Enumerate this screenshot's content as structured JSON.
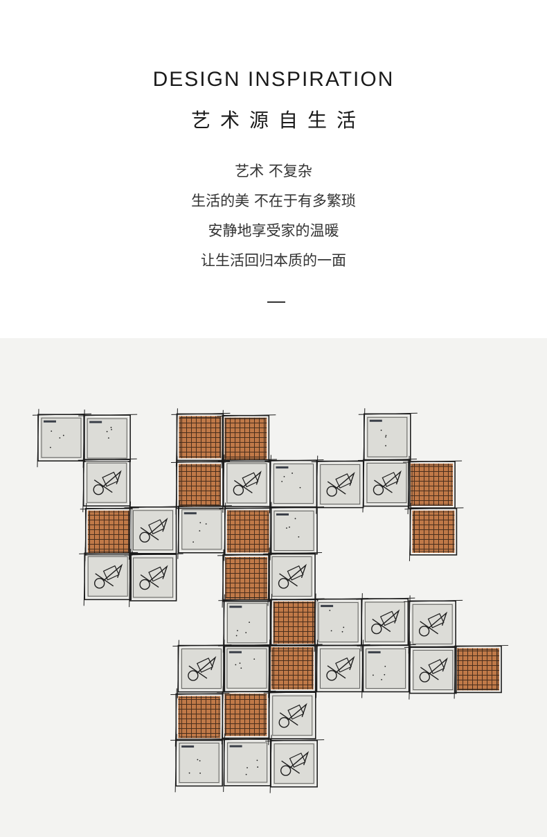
{
  "header": {
    "title_en": "DESIGN INSPIRATION",
    "title_cn": "艺术源自生活"
  },
  "poem": {
    "lines": [
      "艺术 不复杂",
      "生活的美 不在于有多繁琐",
      "安静地享受家的温暖",
      "让生活回归本质的一面"
    ]
  },
  "sketch": {
    "colors": {
      "paper": "#f3f3f1",
      "ink": "#1d1d1d",
      "marker_grey": "#d9d9d4",
      "rust": "#b8642a"
    },
    "cells": [
      {
        "c": 0,
        "r": 0,
        "f": "grey"
      },
      {
        "c": 1,
        "r": 0,
        "f": "grey"
      },
      {
        "c": 1,
        "r": 1,
        "f": "figure"
      },
      {
        "c": 1,
        "r": 2,
        "f": "rust"
      },
      {
        "c": 2,
        "r": 2,
        "f": "figure"
      },
      {
        "c": 3,
        "r": 2,
        "f": "grey"
      },
      {
        "c": 1,
        "r": 3,
        "f": "figure"
      },
      {
        "c": 2,
        "r": 3,
        "f": "figure"
      },
      {
        "c": 3,
        "r": 0,
        "f": "rust"
      },
      {
        "c": 4,
        "r": 0,
        "f": "rust"
      },
      {
        "c": 3,
        "r": 1,
        "f": "rust"
      },
      {
        "c": 4,
        "r": 1,
        "f": "figure"
      },
      {
        "c": 5,
        "r": 1,
        "f": "grey"
      },
      {
        "c": 6,
        "r": 1,
        "f": "figure"
      },
      {
        "c": 7,
        "r": 0,
        "f": "grey"
      },
      {
        "c": 7,
        "r": 1,
        "f": "figure"
      },
      {
        "c": 8,
        "r": 1,
        "f": "rust"
      },
      {
        "c": 8,
        "r": 2,
        "f": "rust"
      },
      {
        "c": 4,
        "r": 2,
        "f": "rust"
      },
      {
        "c": 5,
        "r": 2,
        "f": "grey"
      },
      {
        "c": 4,
        "r": 3,
        "f": "rust"
      },
      {
        "c": 5,
        "r": 3,
        "f": "figure"
      },
      {
        "c": 4,
        "r": 4,
        "f": "grey"
      },
      {
        "c": 5,
        "r": 4,
        "f": "rust"
      },
      {
        "c": 6,
        "r": 4,
        "f": "grey"
      },
      {
        "c": 7,
        "r": 4,
        "f": "figure"
      },
      {
        "c": 8,
        "r": 4,
        "f": "figure"
      },
      {
        "c": 3,
        "r": 5,
        "f": "figure"
      },
      {
        "c": 4,
        "r": 5,
        "f": "grey"
      },
      {
        "c": 5,
        "r": 5,
        "f": "rust"
      },
      {
        "c": 6,
        "r": 5,
        "f": "figure"
      },
      {
        "c": 7,
        "r": 5,
        "f": "grey"
      },
      {
        "c": 8,
        "r": 5,
        "f": "figure"
      },
      {
        "c": 9,
        "r": 5,
        "f": "rust"
      },
      {
        "c": 3,
        "r": 6,
        "f": "rust"
      },
      {
        "c": 4,
        "r": 6,
        "f": "rust"
      },
      {
        "c": 5,
        "r": 6,
        "f": "figure"
      },
      {
        "c": 3,
        "r": 7,
        "f": "grey"
      },
      {
        "c": 4,
        "r": 7,
        "f": "grey"
      },
      {
        "c": 5,
        "r": 7,
        "f": "figure"
      }
    ]
  }
}
